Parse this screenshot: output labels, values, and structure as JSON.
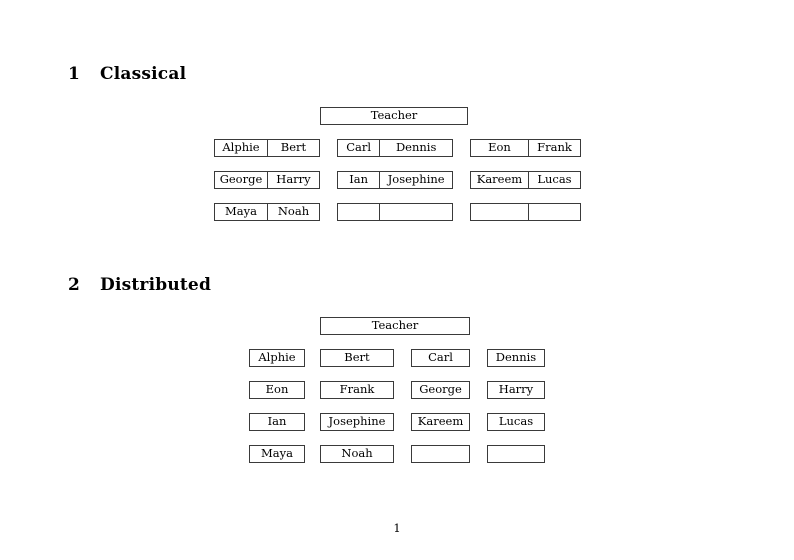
{
  "document": {
    "page_number": "1",
    "background_color": "#ffffff",
    "text_color": "#000000",
    "rule_color": "#3a3a3a"
  },
  "sections": [
    {
      "number": "1",
      "title": "Classical",
      "teacher": {
        "label": "Teacher"
      },
      "groups": [
        {
          "id": "group-1",
          "rows": [
            {
              "cells": [
                "Alphie",
                "Bert"
              ]
            },
            {
              "cells": [
                "George",
                "Harry"
              ]
            },
            {
              "cells": [
                "Maya",
                "Noah"
              ]
            }
          ]
        },
        {
          "id": "group-2",
          "rows": [
            {
              "cells": [
                "Carl",
                "Dennis"
              ]
            },
            {
              "cells": [
                "Ian",
                "Josephine"
              ]
            },
            {
              "cells": [
                "",
                ""
              ]
            }
          ]
        },
        {
          "id": "group-3",
          "rows": [
            {
              "cells": [
                "Eon",
                "Frank"
              ]
            },
            {
              "cells": [
                "Kareem",
                "Lucas"
              ]
            },
            {
              "cells": [
                "",
                ""
              ]
            }
          ]
        }
      ]
    },
    {
      "number": "2",
      "title": "Distributed",
      "teacher": {
        "label": "Teacher"
      },
      "rows": [
        {
          "cells": [
            "Alphie",
            "Bert",
            "Carl",
            "Dennis"
          ]
        },
        {
          "cells": [
            "Eon",
            "Frank",
            "George",
            "Harry"
          ]
        },
        {
          "cells": [
            "Ian",
            "Josephine",
            "Kareem",
            "Lucas"
          ]
        },
        {
          "cells": [
            "Maya",
            "Noah",
            "",
            ""
          ]
        }
      ]
    }
  ]
}
